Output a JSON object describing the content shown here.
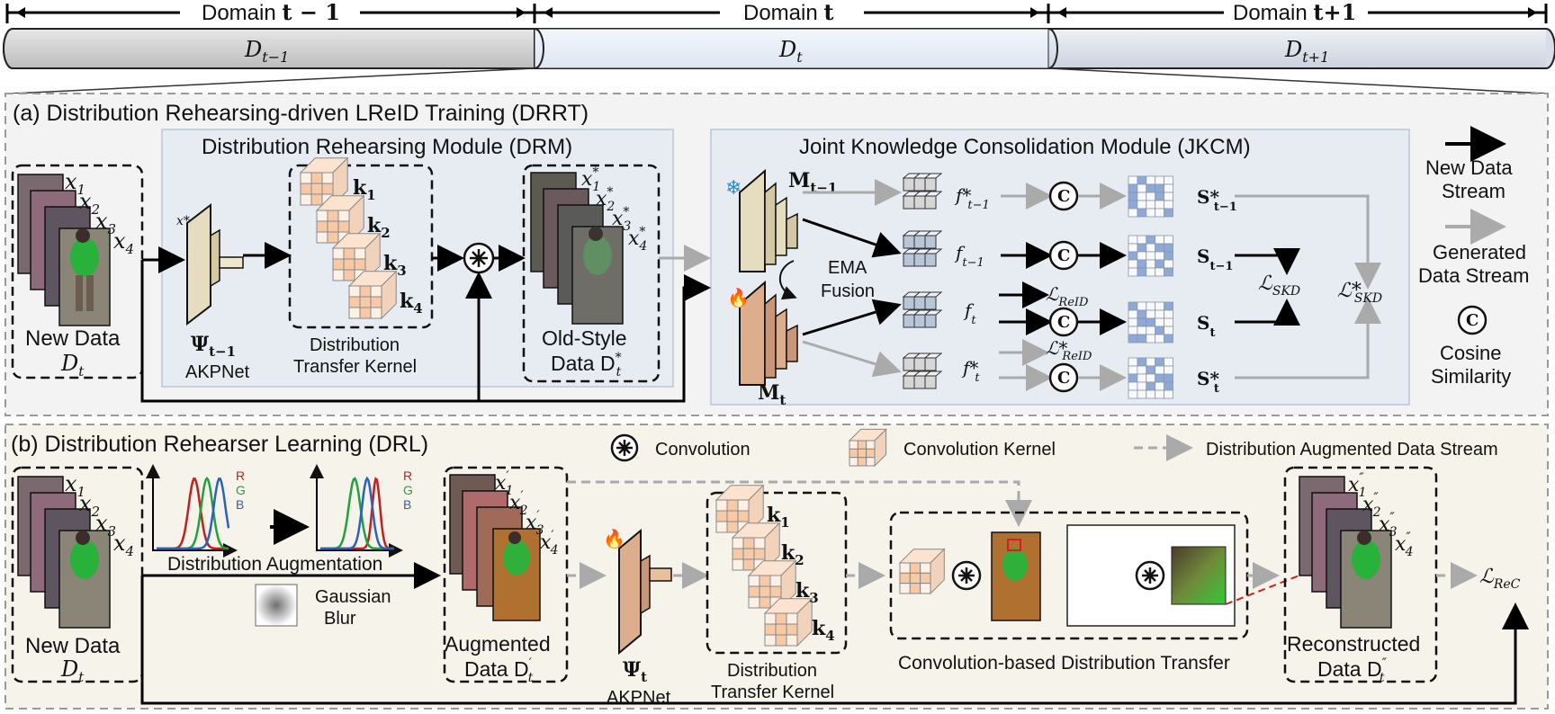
{
  "timeline": {
    "domains": [
      {
        "label_prefix": "Domain ",
        "label_var": "t − 1",
        "segment": "D",
        "sub": "t−1"
      },
      {
        "label_prefix": "Domain ",
        "label_var": "t",
        "segment": "D",
        "sub": "t"
      },
      {
        "label_prefix": "Domain ",
        "label_var": "t+1",
        "segment": "D",
        "sub": "t+1"
      }
    ]
  },
  "panel_a": {
    "title": "(a)  Distribution Rehearsing-driven LReID Training (DRRT)",
    "drm_title": "Distribution Rehearsing Module (DRM)",
    "jkcm_title": "Joint Knowledge Consolidation Module (JKCM)",
    "new_data_label": "New Data",
    "new_data_var": "D",
    "new_data_sub": "t",
    "inputs": [
      "x",
      "x",
      "x",
      "x"
    ],
    "input_subs": [
      "1",
      "2",
      "3",
      "4"
    ],
    "akp_input": "x*",
    "akpnet_symbol": "Ψ",
    "akpnet_sub": "t−1",
    "akpnet_label": "AKPNet",
    "kernels": [
      "k",
      "k",
      "k",
      "k"
    ],
    "kernel_subs": [
      "1",
      "2",
      "3",
      "4"
    ],
    "kernel_caption_1": "Distribution",
    "kernel_caption_2": "Transfer Kernel",
    "old_style_1": "Old-Style",
    "old_style_2": "Data D",
    "old_style_sup": "*",
    "old_style_sub": "t",
    "old_inputs": [
      "x",
      "x",
      "x",
      "x"
    ],
    "model_prev": "M",
    "model_prev_sub": "t−1",
    "model_cur": "M",
    "model_cur_sub": "t",
    "ema_1": "EMA",
    "ema_2": "Fusion",
    "features": [
      "f*",
      "f",
      "f",
      "f*"
    ],
    "feature_subs": [
      "t−1",
      "t−1",
      "t",
      "t"
    ],
    "loss_reid": "ℒ",
    "loss_reid_sub": "ReID",
    "loss_reid_star": "ℒ*",
    "sims": [
      "S*",
      "S",
      "S",
      "S*"
    ],
    "sim_subs": [
      "t−1",
      "t−1",
      "t",
      "t"
    ],
    "loss_skd": "ℒ",
    "loss_skd_sub": "SKD",
    "loss_skd_star": "ℒ*",
    "legend": {
      "new_1": "New Data",
      "new_2": "Stream",
      "gen_1": "Generated",
      "gen_2": "Data Stream",
      "cos_symbol": "C",
      "cos_1": "Cosine",
      "cos_2": "Similarity"
    }
  },
  "panel_b": {
    "title": "(b) Distribution Rehearser Learning (DRL)",
    "legend_conv": "Convolution",
    "legend_kernel": "Convolution Kernel",
    "legend_stream": "Distribution Augmented Data Stream",
    "new_data_label": "New Data",
    "new_data_var": "D",
    "new_data_sub": "t",
    "channels": [
      "R",
      "G",
      "B"
    ],
    "dist_aug": "Distribution Augmentation",
    "gauss_1": "Gaussian",
    "gauss_2": "Blur",
    "aug_1": "Augmented",
    "aug_2": "Data D",
    "aug_prime": "′",
    "aug_sub": "t",
    "akpnet_symbol": "Ψ",
    "akpnet_sub": "t",
    "akpnet_label": "AKPNet",
    "kernel_caption_1": "Distribution",
    "kernel_caption_2": "Transfer Kernel",
    "conv_transfer": "Convolution-based Distribution Transfer",
    "recon_1": "Reconstructed",
    "recon_2": "Data D",
    "recon_prime": "″",
    "recon_sub": "t",
    "loss_rec": "ℒ",
    "loss_rec_sub": "ReC"
  },
  "colors": {
    "panel_a_bg": "#f3f3f3",
    "panel_b_bg": "#f6f3ea",
    "module_bg": "#e7ecf3",
    "kernel_orange": "#f6c9a7",
    "sim_blue": "#8fa9d6",
    "gray_arrow": "#a8a8a8",
    "dashed_red": "#cc2222"
  }
}
